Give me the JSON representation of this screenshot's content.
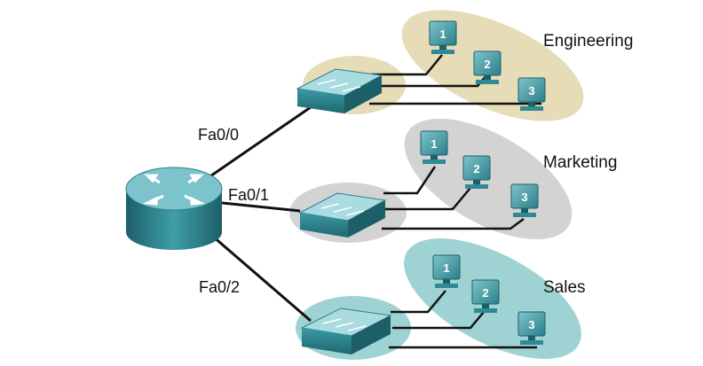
{
  "router": {
    "name": "router-icon"
  },
  "links": [
    {
      "port": "Fa0/0"
    },
    {
      "port": "Fa0/1"
    },
    {
      "port": "Fa0/2"
    }
  ],
  "groups": [
    {
      "name": "Engineering",
      "color": "#e6dcb8",
      "pcs": [
        "1",
        "2",
        "3"
      ]
    },
    {
      "name": "Marketing",
      "color": "#d3d3d3",
      "pcs": [
        "1",
        "2",
        "3"
      ]
    },
    {
      "name": "Sales",
      "color": "#9fd3d3",
      "pcs": [
        "1",
        "2",
        "3"
      ]
    }
  ],
  "colors": {
    "device_teal": "#2f8a95",
    "device_top": "#a9dbe0",
    "device_dark": "#1d5f68",
    "link": "#111111"
  }
}
